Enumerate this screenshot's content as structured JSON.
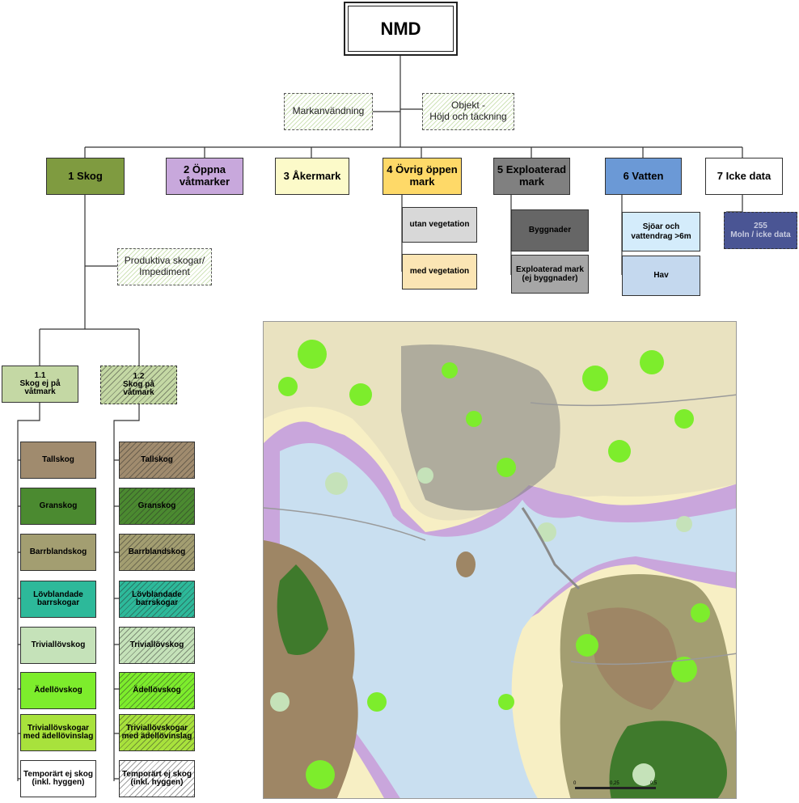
{
  "root": {
    "label": "NMD"
  },
  "attributes": [
    {
      "label": "Markanvändning"
    },
    {
      "label": "Objekt -\nHöjd och täckning"
    }
  ],
  "classes": [
    {
      "label": "1 Skog",
      "color": "#7f9b40"
    },
    {
      "label": "2 Öppna våtmarker",
      "color": "#c8a8dc"
    },
    {
      "label": "3 Åkermark",
      "color": "#fcfac9"
    },
    {
      "label": "4 Övrig öppen mark",
      "color": "#fed968"
    },
    {
      "label": "5 Exploaterad mark",
      "color": "#808080"
    },
    {
      "label": "6 Vatten",
      "color": "#6b99d6"
    },
    {
      "label": "7 Icke data",
      "color": "#ffffff"
    }
  ],
  "subclasses": {
    "ovrig": [
      {
        "label": "utan vegetation",
        "color": "#d8d8d8"
      },
      {
        "label": "med vegetation",
        "color": "#fbe5b4"
      }
    ],
    "exploaterad": [
      {
        "label": "Byggnader",
        "color": "#666666"
      },
      {
        "label": "Exploaterad mark\n(ej byggnader)",
        "color": "#a6a6a6"
      }
    ],
    "vatten": [
      {
        "label": "Sjöar och\nvattendrag >6m",
        "color": "#d4ecfb"
      },
      {
        "label": "Hav",
        "color": "#c4d8ee"
      }
    ],
    "icke": [
      {
        "label": "255\nMoln / icke data",
        "color": "#4a5594"
      }
    ]
  },
  "skog_attribute": {
    "label": "Produktiva skogar/\nImpediment"
  },
  "skog_groups": [
    {
      "label": "1.1\nSkog ej på\nvåtmark",
      "color": "#c4d8a4"
    },
    {
      "label": "1.2\nSkog på\nvåtmark",
      "color": "#c4d8a4"
    }
  ],
  "forest_types": [
    {
      "label": "Tallskog",
      "color": "#a08b6e"
    },
    {
      "label": "Granskog",
      "color": "#4b8a30"
    },
    {
      "label": "Barrblandskog",
      "color": "#a39e71"
    },
    {
      "label": "Lövblandade\nbarrskogar",
      "color": "#2db99a"
    },
    {
      "label": "Triviallövskog",
      "color": "#c5e2b9"
    },
    {
      "label": "Ädellövskog",
      "color": "#7ded2c"
    },
    {
      "label": "Triviallövskogar\nmed ädellövinslag",
      "color": "#a8e23c"
    },
    {
      "label": "Temporärt ej skog\n(inkl. hyggen)",
      "color": "#ffffff"
    }
  ],
  "map": {
    "scale_labels": [
      "0",
      "0,25",
      "0,5"
    ],
    "colors": {
      "water": "#c9dff0",
      "wetland": "#c9a6dc",
      "farmland": "#f7efc4",
      "open": "#f6d9a6",
      "built": "#7f7f7f",
      "pine": "#9e8665",
      "spruce": "#3f7a2c",
      "broadleaf": "#7ded2c",
      "mixed": "#a39e71",
      "trivial": "#c5e2b9"
    }
  }
}
